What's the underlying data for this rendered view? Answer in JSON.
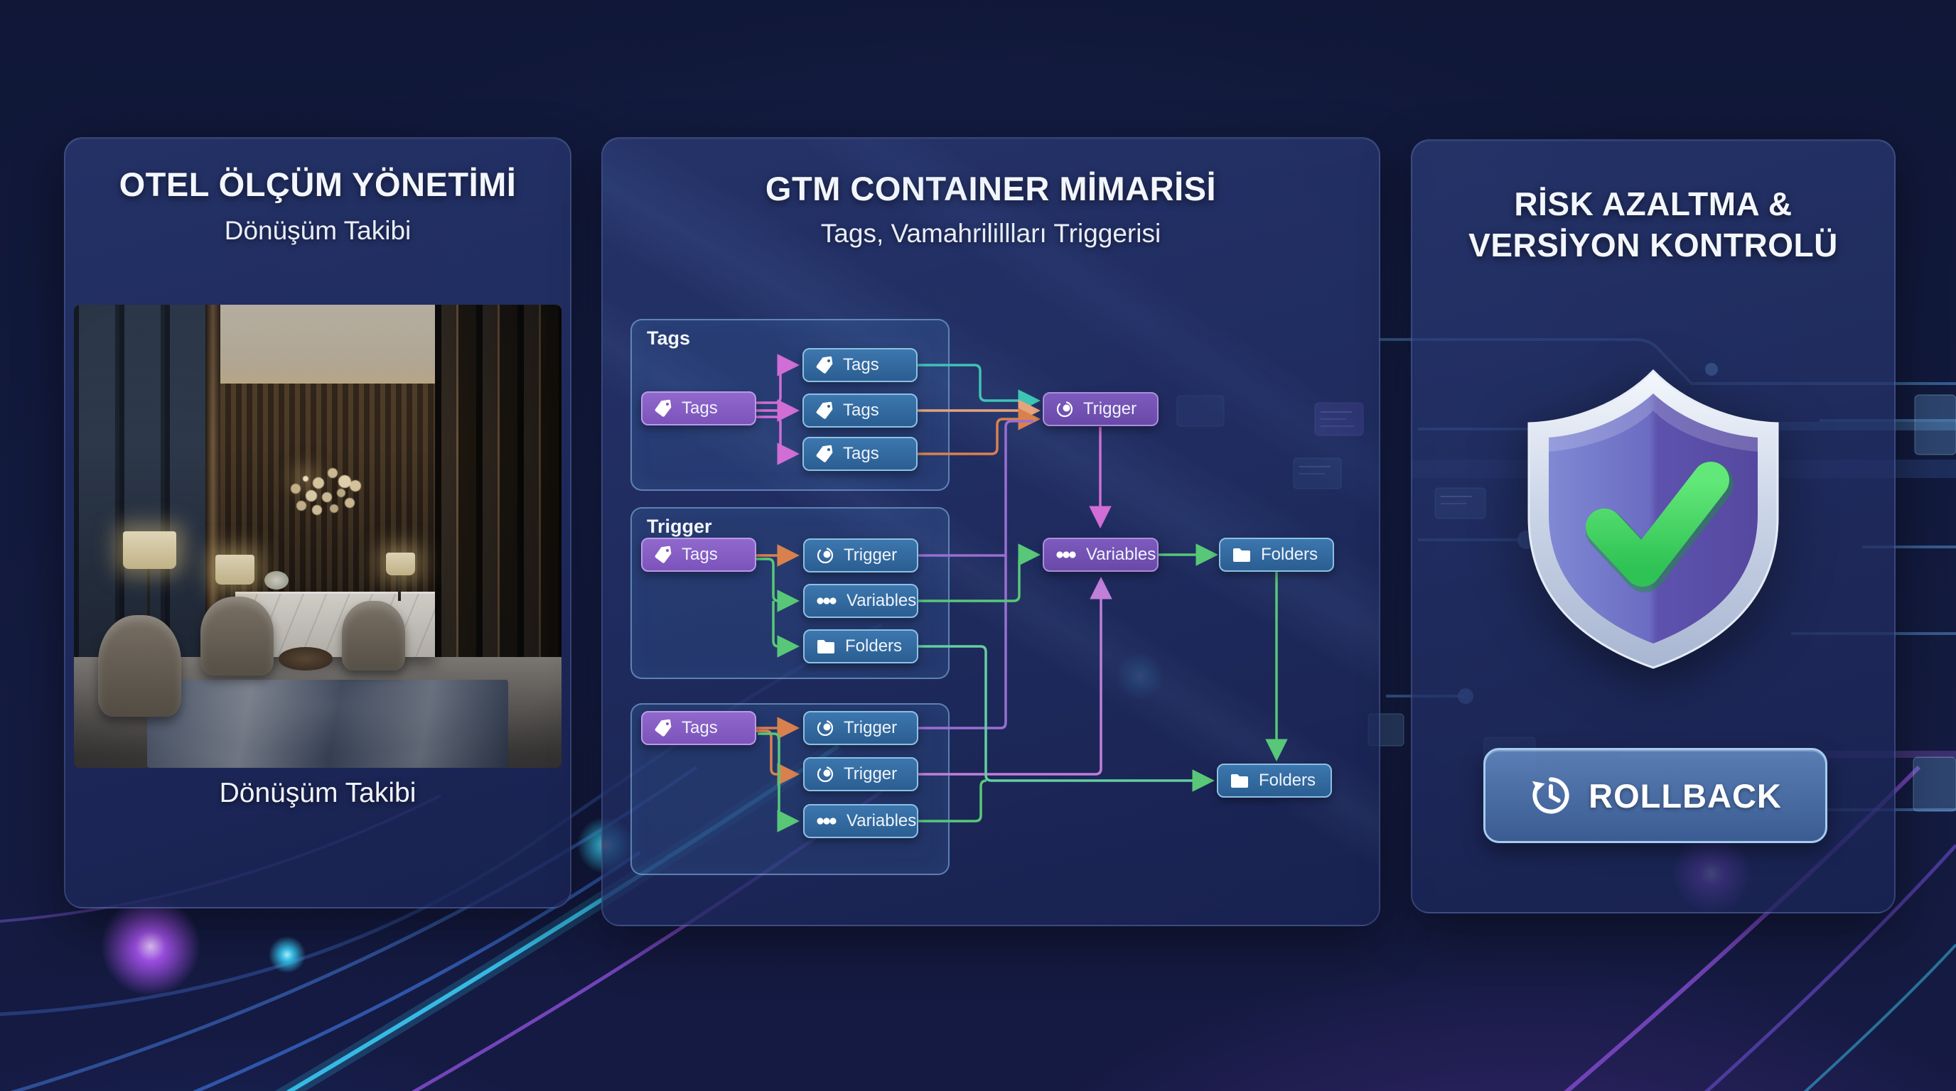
{
  "left_panel": {
    "title": "OTEL ÖLÇÜM YÖNETİMİ",
    "subtitle": "Dönüşüm Takibi",
    "caption": "Dönüşüm Takibi"
  },
  "middle_panel": {
    "title": "GTM CONTAINER MİMARİSİ",
    "subtitle": "Tags, Vamahrilillları Triggerisi",
    "diagram": {
      "group1": {
        "label": "Tags",
        "src": "Tags",
        "n1": "Tags",
        "n2": "Tags",
        "n3": "Tags"
      },
      "group2": {
        "label": "Trigger",
        "src": "Tags",
        "n1": "Trigger",
        "n2": "Variables",
        "n3": "Folders"
      },
      "group3": {
        "src": "Tags",
        "n1": "Trigger",
        "n2": "Trigger",
        "n3": "Variables"
      },
      "mid": {
        "trigger": "Trigger",
        "variables": "Variables",
        "folders1": "Folders",
        "folders2": "Folders"
      }
    }
  },
  "right_panel": {
    "title_line1": "RİSK AZALTMA &",
    "title_line2": "VERSİYON KONTROLÜ",
    "rollback_label": "ROLLBACK"
  },
  "colors": {
    "background": "#121a3d",
    "panel": "#26346c",
    "node_blue": "#2f649a",
    "node_purple": "#8159c2",
    "arrow_pink": "#d06ed6",
    "arrow_teal": "#3ec4b4",
    "arrow_salmon": "#e5a47c",
    "arrow_orange": "#d9814e",
    "arrow_green": "#58c878",
    "arrow_violet": "#c07fd8",
    "check_green": "#46d964",
    "streak_cyan": "#38c8f2",
    "streak_purple": "#8b4fd8"
  }
}
